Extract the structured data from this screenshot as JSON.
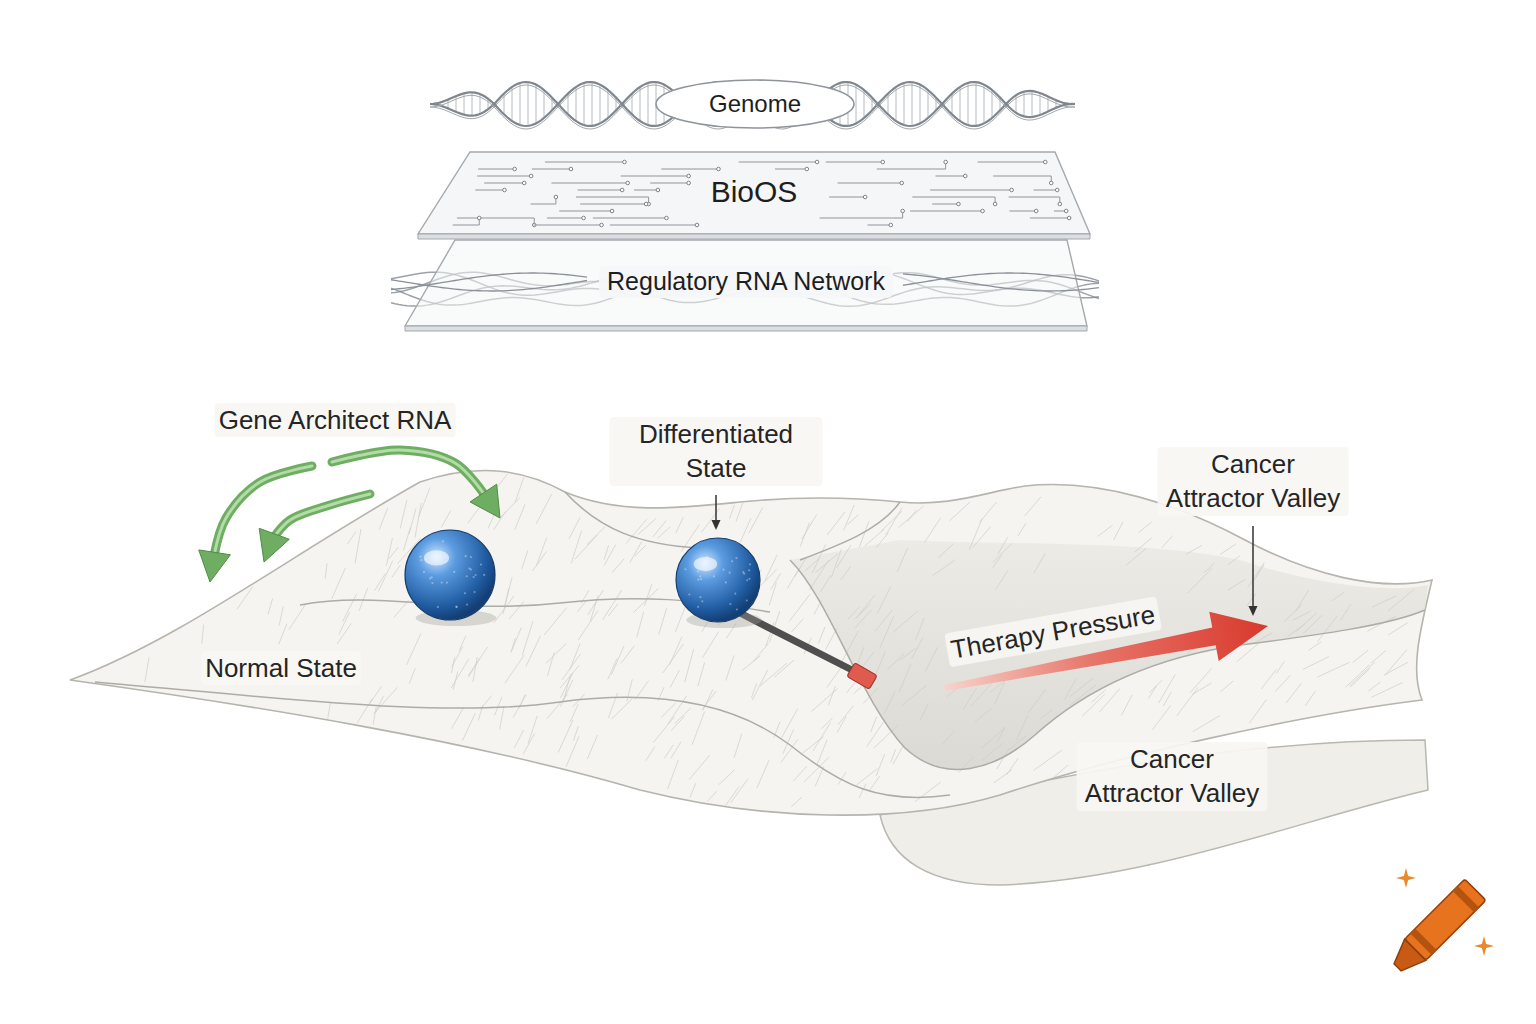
{
  "diagram": {
    "nodes": [
      {
        "text": [
          "Genome"
        ]
      },
      {
        "text": [
          "BioOS"
        ]
      },
      {
        "text": [
          "Regulatory RNA Network"
        ]
      }
    ],
    "labels": [
      "Gene Architect RNA",
      "Differentiated State",
      "Cancer Attractor Valley",
      "Normal State",
      "Therapy Pressure",
      "Cancer Attractor Valley"
    ]
  }
}
